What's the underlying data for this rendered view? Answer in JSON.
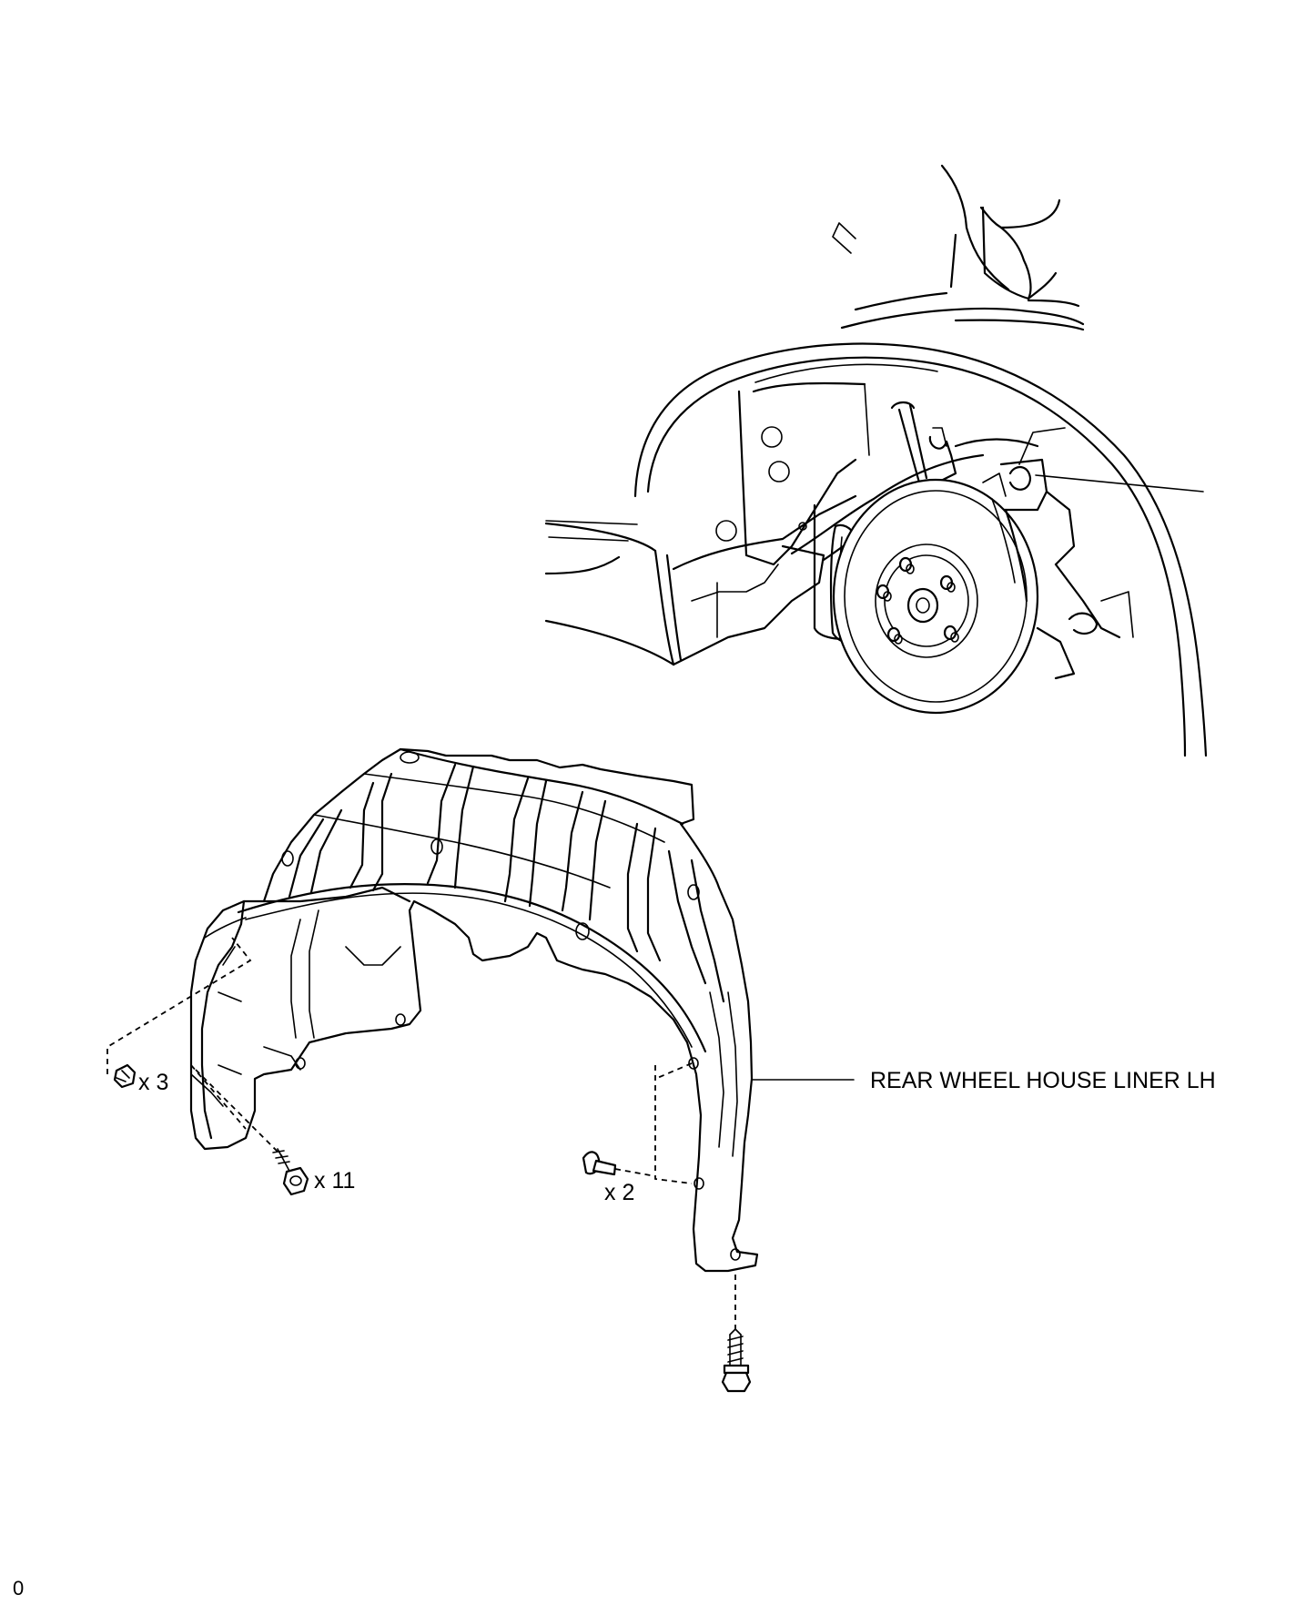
{
  "labels": {
    "part_name": "REAR WHEEL HOUSE LINER LH",
    "clip_qty": "x 3",
    "screw_qty": "x 11",
    "bolt_qty": "x 2",
    "corner_mark": "0"
  },
  "colors": {
    "line": "#000000",
    "background": "#ffffff"
  }
}
